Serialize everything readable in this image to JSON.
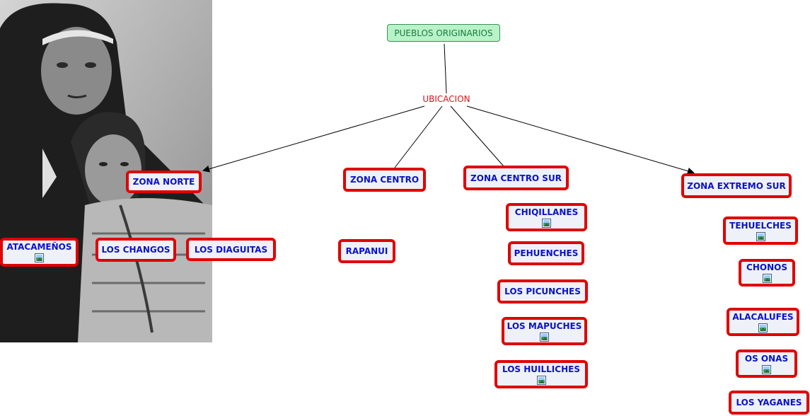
{
  "map": {
    "root": "PUEBLOS ORIGINARIOS",
    "link_phrase": "UBICACION",
    "zones": [
      {
        "id": "norte",
        "label": "ZONA NORTE"
      },
      {
        "id": "centro",
        "label": "ZONA CENTRO"
      },
      {
        "id": "centro-sur",
        "label": "ZONA CENTRO SUR"
      },
      {
        "id": "extremo-sur",
        "label": "ZONA EXTREMO SUR"
      }
    ],
    "peoples": [
      {
        "id": "atacamenos",
        "label": "ATACAMEÑOS",
        "has_image": true
      },
      {
        "id": "changos",
        "label": "LOS CHANGOS",
        "has_image": false
      },
      {
        "id": "diaguitas",
        "label": "LOS DIAGUITAS",
        "has_image": false
      },
      {
        "id": "rapanui",
        "label": "RAPANUI",
        "has_image": false
      },
      {
        "id": "chiquillanes",
        "label": "CHIQILLANES",
        "has_image": true
      },
      {
        "id": "pehuenches",
        "label": "PEHUENCHES",
        "has_image": false
      },
      {
        "id": "picunches",
        "label": "LOS PICUNCHES",
        "has_image": false
      },
      {
        "id": "mapuches",
        "label": "LOS MAPUCHES",
        "has_image": true
      },
      {
        "id": "huilliches",
        "label": "LOS HUILLICHES",
        "has_image": true
      },
      {
        "id": "tehuelches",
        "label": "TEHUELCHES",
        "has_image": true
      },
      {
        "id": "chonos",
        "label": "CHONOS",
        "has_image": true
      },
      {
        "id": "alacalufes",
        "label": "ALACALUFES",
        "has_image": true
      },
      {
        "id": "onas",
        "label": "OS ONAS",
        "has_image": true
      },
      {
        "id": "yaganes",
        "label": "LOS YAGANES",
        "has_image": false
      }
    ]
  },
  "colors": {
    "node_border": "#e00000",
    "node_text": "#0a12c8",
    "root_fill": "#b8f3c8",
    "link_text": "#d81414"
  },
  "photo": {
    "icon": "historical-photo-mother-and-child"
  }
}
